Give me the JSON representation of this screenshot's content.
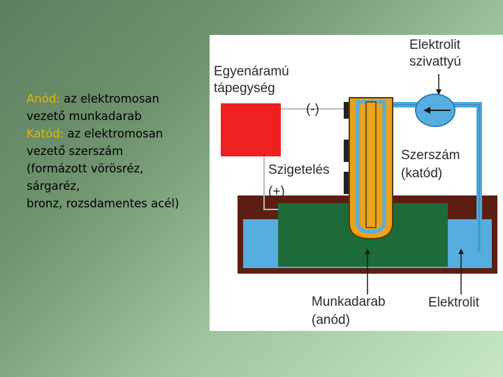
{
  "text": {
    "anode_term": "Anód:",
    "anode_desc": " az elektromosan",
    "anode_line2": "vezető munkadarab",
    "cathode_term": "Katód:",
    "cathode_desc": " az elektromosan",
    "cathode_line2": "vezető szerszám",
    "line3": "(formázott vörösréz,",
    "line4": "sárgaréz,",
    "line5": "bronz, rozsdamentes acél)"
  },
  "diagram": {
    "power_label_1": "Egyenáramú",
    "power_label_2": "tápegység",
    "pump_label_1": "Elektrolit",
    "pump_label_2": "szivattyú",
    "minus": "(-)",
    "plus": "(+)",
    "insulation": "Szigetelés",
    "tool_1": "Szerszám",
    "tool_2": "(katód)",
    "workpiece_1": "Munkadarab",
    "workpiece_2": "(anód)",
    "electrolyte": "Elektrolit"
  },
  "colors": {
    "term_highlight": "#e8b400",
    "power_supply": "#ee2020",
    "workpiece": "#1e6b3a",
    "electrolyte": "#55aedf",
    "tank": "#5c1e12",
    "tool": "#e9a31c"
  }
}
